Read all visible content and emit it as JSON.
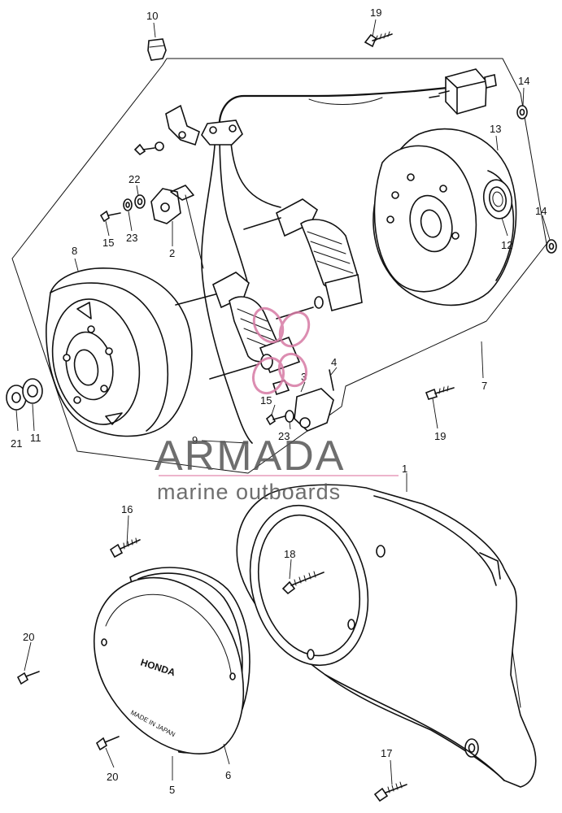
{
  "watermark": {
    "brand": "ARMADA",
    "tagline": "marine outboards",
    "colors": {
      "text": "#555555",
      "accent": "#e38ab0",
      "logo": "#d67aa4"
    }
  },
  "callouts": {
    "p1": "1",
    "p2": "2",
    "p3": "3",
    "p4": "4",
    "p5": "5",
    "p6": "6",
    "p7": "7",
    "p8": "8",
    "p9": "9",
    "p10": "10",
    "p11": "11",
    "p12": "12",
    "p13": "13",
    "p14a": "14",
    "p14b": "14",
    "p15a": "15",
    "p15b": "15",
    "p16": "16",
    "p17": "17",
    "p18": "18",
    "p19a": "19",
    "p19b": "19",
    "p20a": "20",
    "p20b": "20",
    "p21": "21",
    "p22": "22",
    "p23a": "23",
    "p23b": "23"
  },
  "cover_text": {
    "brand": "HONDA",
    "origin": "MADE IN JAPAN"
  }
}
